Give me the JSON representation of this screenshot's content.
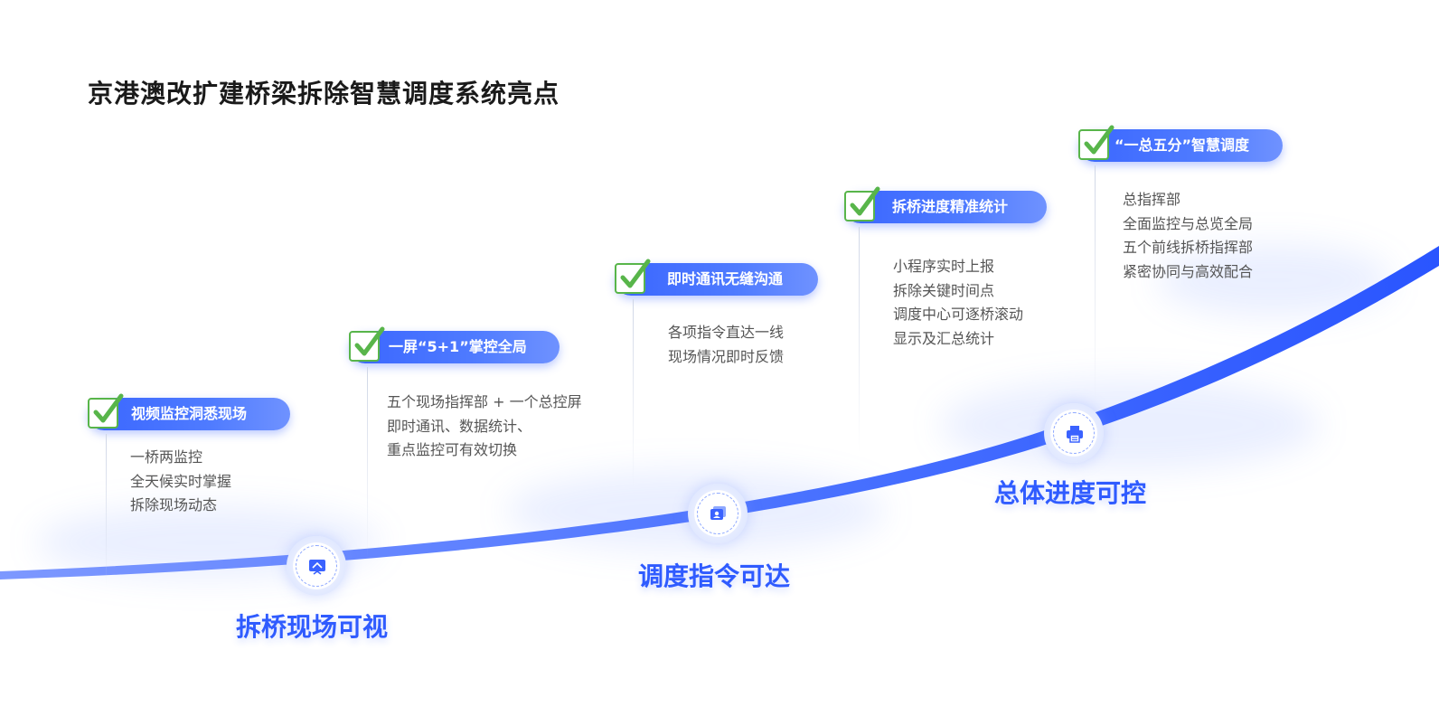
{
  "title": "京港澳改扩建桥梁拆除智慧调度系统亮点",
  "colors": {
    "accent": "#2f5bff",
    "check": "#58b54a",
    "text": "#555555"
  },
  "cards": [
    {
      "label": "视频监控洞悉现场",
      "lines": [
        "一桥两监控",
        "全天候实时掌握",
        "拆除现场动态"
      ]
    },
    {
      "label": "一屏“5+1”掌控全局",
      "lines": [
        "五个现场指挥部 + 一个总控屏",
        "即时通讯、数据统计、",
        "重点监控可有效切换"
      ]
    },
    {
      "label": "即时通讯无缝沟通",
      "lines": [
        "各项指令直达一线",
        "现场情况即时反馈"
      ]
    },
    {
      "label": "拆桥进度精准统计",
      "lines": [
        "小程序实时上报",
        "拆除关键时间点",
        "调度中心可逐桥滚动",
        "显示及汇总统计"
      ]
    },
    {
      "label": "“一总五分”智慧调度",
      "lines": [
        "总指挥部",
        "全面监控与总览全局",
        "五个前线拆桥指挥部",
        "紧密协同与高效配合"
      ]
    }
  ],
  "stages": [
    {
      "label": "拆桥现场可视",
      "icon": "monitor-icon"
    },
    {
      "label": "调度指令可达",
      "icon": "dispatch-icon"
    },
    {
      "label": "总体进度可控",
      "icon": "printer-icon"
    }
  ]
}
